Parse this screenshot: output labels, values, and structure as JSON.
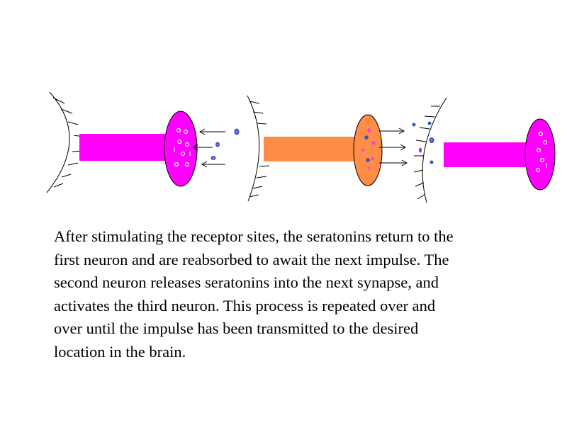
{
  "colors": {
    "magenta": "#ff00ff",
    "orange": "#ff8c47",
    "dot_blue": "#3355cc",
    "dot_pink": "#ee66dd",
    "line": "#000000"
  },
  "diagram": {
    "neurons": [
      {
        "name": "first-neuron",
        "color": "magenta"
      },
      {
        "name": "second-neuron",
        "color": "orange"
      },
      {
        "name": "third-neuron",
        "color": "magenta"
      }
    ],
    "arrow_groups": [
      {
        "name": "reuptake-arrows",
        "direction": "left"
      },
      {
        "name": "release-arrows",
        "direction": "right"
      }
    ]
  },
  "caption": {
    "lines": [
      "After stimulating the receptor sites, the seratonins return to the",
      "first neuron and are reabsorbed to await the next impulse. The",
      "second neuron releases seratonins into the next synapse, and",
      "activates the third neuron. This process is repeated over and",
      "over until the impulse has been transmitted to the desired",
      "location in the brain."
    ]
  }
}
